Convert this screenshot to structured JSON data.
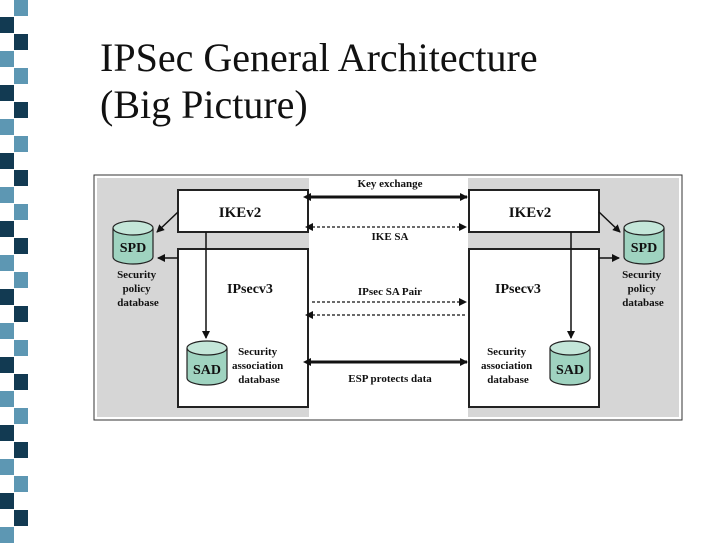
{
  "slide": {
    "title_line1": "IPSec General Architecture",
    "title_line2": "(Big Picture)"
  },
  "diagram": {
    "left_host": {
      "ike": "IKEv2",
      "ipsec": "IPsecv3",
      "spd": "SPD",
      "spd_label": [
        "Security",
        "policy",
        "database"
      ],
      "sad": "SAD",
      "sad_label": [
        "Security",
        "association",
        "database"
      ]
    },
    "right_host": {
      "ike": "IKEv2",
      "ipsec": "IPsecv3",
      "spd": "SPD",
      "spd_label": [
        "Security",
        "policy",
        "database"
      ],
      "sad": "SAD",
      "sad_label": [
        "Security",
        "association",
        "database"
      ]
    },
    "links": {
      "key_exchange": "Key exchange",
      "ike_sa": "IKE SA",
      "ipsec_sa_pair": "IPsec SA Pair",
      "esp": "ESP protects data"
    }
  },
  "colors": {
    "strip_light": "#5d97b3",
    "strip_dark": "#123a52",
    "host_panel": "#d6d6d6",
    "box_fill": "#ffffff",
    "db_fill": "#9fd3c0"
  }
}
